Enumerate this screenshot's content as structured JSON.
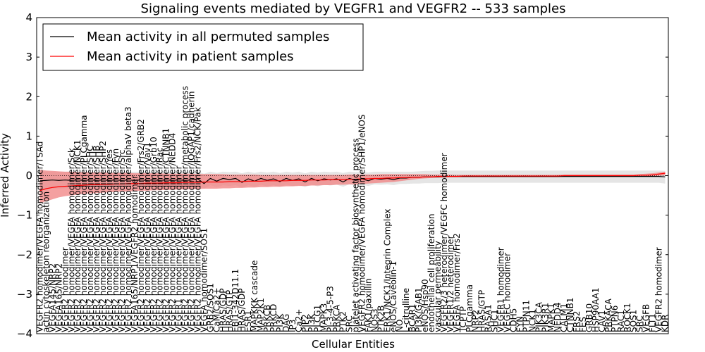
{
  "chart_data": {
    "type": "line",
    "title": "Signaling events mediated by VEGFR1 and VEGFR2 -- 533 samples",
    "xlabel": "Cellular Entities",
    "ylabel": "Inferred Activity",
    "ylim": [
      -4,
      4
    ],
    "yticks": [
      "−4",
      "−3",
      "−2",
      "−1",
      "0",
      "1",
      "2",
      "3",
      "4"
    ],
    "grid": false,
    "legend_position": "top-left",
    "categories": [
      "VEGFR2 homodimer/VEGFA homodimer/TSAd",
      "actin cytoskeleton reorganization",
      "VEGFA145/NRP2",
      "VEGFA165/NRP2",
      "VEGFR2 homodimer",
      "VEGFR2 homodimer/VEGFA homodimer/Sck",
      "VEGFR2 homodimer/VEGFA homodimer/NCK1",
      "VEGFR2 homodimer/VEGFA homodimer/PLCgamma",
      "VEGFR2 homodimer/VEGFA homodimer/SHC",
      "VEGFR2 homodimer/VEGFA homodimer/SHB",
      "VEGFR2 homodimer/VEGFA homodimer/SHP2",
      "VEGFR2 homodimer/VEGFA homodimer/Yes",
      "VEGFR2 homodimer/VEGFA homodimer/Fyn",
      "VEGFR2 homodimer/VEGFA homodimer/Src",
      "VEGFR2 homodimer/VEGFA homodimer/alphaV beta3",
      "VEGFA165/NRP1/VEGFR2 homodimer",
      "VEGFR2 homodimer/VEGFA homodimer/Frs2/GRB2",
      "VEGFR2 homodimer/VEGFA homodimer/Vav1",
      "VEGFR2 homodimer/VEGFA homodimer/Grb10",
      "VEGFR2 homodimer/VEGFA homodimer/Rac",
      "VEGFR2 homodimer/VEGFA homodimer/CTNNB1",
      "VEGFR2 homodimer/VEGFA homodimer/NEDD4",
      "VEGFR1 homodimer/VEGFA homodimer",
      "VEGFR2 homodimer/VEGFA homodimer/metabolic process",
      "VEGFR2 homodimer/VEGFA homodimer/IQGAP1/cadherin",
      "VEGFR2 homodimer/VEGFA homodimer/Frs2/NCK/Pak",
      "VEGFA homodimer/SOS1",
      "GRB2/SOS1",
      "CaM/Ca2+",
      "HRAS/GDP",
      "HRAS/GTP",
      "EBI1-342D11.1",
      "HRAS/GDP",
      "ESR1",
      "MAPKKK cascade",
      "MAP2K1",
      "PRKCB",
      "PRKCD",
      "PI3K",
      "DAG",
      "IP3",
      "Ca2+",
      "PIP2",
      "PI3K",
      "PLCG1",
      "MAPK3",
      "PI-3-4-5-P3",
      "PRKCA",
      "PTK2",
      "SRC",
      "platelet activating factor biosynthetic process",
      "VEGFR2 homodimer/VEGFA homodimer/SHP1/eNOS",
      "FAK1/paxillin",
      "NOS3",
      "PTK2B",
      "ERK1/NCK1/Integrin Complex",
      "eNOS/Caveolin-1",
      "NO",
      "L-citrulline",
      "BCAR1",
      "PI3K/GAB1",
      "eNOS/Hsp90",
      "endothelial cell proliferation",
      "vascular permeability",
      "VEGFR2/3 heterodimer/VEGFC homodimer",
      "VEGFR1/2 heterodimer",
      "VEGFA homodimer/Frs2",
      "TCPTP",
      "PLCgamma",
      "NRP2",
      "HRAS/GTP",
      "RASA1",
      "SHC1",
      "VEGFR1 homodimer",
      "VEGFC homodimer",
      "CDH5",
      "FYN",
      "PTPN11",
      "NCK1",
      "PIK3CA",
      "PIK3R1",
      "MAPK1",
      "NEDD4",
      "CALM1",
      "CTNNB1",
      "FRS2",
      "FES",
      "GRB10",
      "HSP90AA1",
      "CAV1",
      "PRKACA",
      "PTPN6",
      "RAC1",
      "ROCK1",
      "SOS1",
      "SRC",
      "VEGFB",
      "FLT1",
      "VEGFR2 homodimer",
      "KDR"
    ],
    "series": [
      {
        "name": "Mean activity in all permuted samples",
        "color": "#000000",
        "values": [
          -0.13,
          -0.12,
          -0.11,
          -0.12,
          -0.11,
          -0.12,
          -0.11,
          -0.12,
          -0.11,
          -0.12,
          -0.11,
          -0.12,
          -0.11,
          -0.12,
          -0.11,
          -0.12,
          -0.11,
          -0.12,
          -0.11,
          -0.12,
          -0.11,
          -0.12,
          -0.11,
          -0.12,
          -0.11,
          -0.08,
          -0.2,
          -0.07,
          -0.14,
          -0.07,
          -0.1,
          -0.07,
          -0.17,
          -0.08,
          -0.14,
          -0.07,
          -0.12,
          -0.08,
          -0.15,
          -0.07,
          -0.12,
          -0.08,
          -0.16,
          -0.07,
          -0.13,
          -0.08,
          -0.11,
          -0.08,
          -0.16,
          -0.07,
          -0.12,
          -0.08,
          -0.13,
          -0.07,
          -0.09,
          -0.07,
          -0.1,
          -0.06,
          -0.06,
          -0.04,
          -0.04,
          -0.03,
          -0.03,
          -0.03,
          -0.02,
          -0.02,
          -0.02,
          -0.02,
          -0.02,
          -0.02,
          -0.02,
          -0.02,
          -0.02,
          -0.02,
          -0.02,
          -0.02,
          -0.02,
          -0.02,
          -0.02,
          -0.02,
          -0.02,
          -0.02,
          -0.02,
          -0.02,
          -0.02,
          -0.02,
          -0.02,
          -0.02,
          -0.02,
          -0.02,
          -0.02,
          -0.02,
          -0.02,
          -0.02,
          -0.02,
          -0.02,
          -0.02,
          -0.02,
          -0.02,
          -0.03
        ]
      },
      {
        "name": "Mean activity in patient samples",
        "color": "#ff0000",
        "values": [
          -0.38,
          -0.33,
          -0.3,
          -0.28,
          -0.27,
          -0.26,
          -0.25,
          -0.24,
          -0.23,
          -0.23,
          -0.22,
          -0.22,
          -0.21,
          -0.21,
          -0.2,
          -0.2,
          -0.2,
          -0.19,
          -0.19,
          -0.19,
          -0.18,
          -0.18,
          -0.18,
          -0.17,
          -0.17,
          -0.17,
          -0.16,
          -0.16,
          -0.16,
          -0.16,
          -0.15,
          -0.15,
          -0.15,
          -0.14,
          -0.14,
          -0.14,
          -0.13,
          -0.13,
          -0.13,
          -0.13,
          -0.12,
          -0.12,
          -0.12,
          -0.11,
          -0.11,
          -0.11,
          -0.1,
          -0.1,
          -0.1,
          -0.09,
          -0.09,
          -0.08,
          -0.08,
          -0.07,
          -0.07,
          -0.06,
          -0.06,
          -0.05,
          -0.05,
          -0.04,
          -0.04,
          -0.03,
          -0.03,
          -0.02,
          -0.02,
          -0.02,
          -0.02,
          -0.01,
          -0.01,
          -0.01,
          -0.01,
          -0.01,
          -0.01,
          -0.01,
          -0.01,
          -0.01,
          -0.01,
          -0.01,
          -0.01,
          -0.01,
          -0.01,
          -0.01,
          -0.01,
          0,
          0,
          0,
          0,
          0,
          0,
          0,
          0,
          0,
          0,
          0,
          0,
          0.01,
          0.01,
          0.02,
          0.04,
          0.06
        ]
      }
    ],
    "bands": [
      {
        "color": "#cccccc",
        "lower": [
          -0.35,
          -0.34,
          -0.33,
          -0.33,
          -0.32,
          -0.32,
          -0.31,
          -0.31,
          -0.31,
          -0.3,
          -0.3,
          -0.3,
          -0.3,
          -0.29,
          -0.29,
          -0.29,
          -0.29,
          -0.28,
          -0.28,
          -0.28,
          -0.28,
          -0.27,
          -0.27,
          -0.27,
          -0.27,
          -0.25,
          -0.33,
          -0.24,
          -0.29,
          -0.24,
          -0.26,
          -0.24,
          -0.3,
          -0.24,
          -0.28,
          -0.23,
          -0.27,
          -0.24,
          -0.28,
          -0.23,
          -0.26,
          -0.24,
          -0.29,
          -0.23,
          -0.27,
          -0.23,
          -0.25,
          -0.23,
          -0.28,
          -0.22,
          -0.25,
          -0.23,
          -0.26,
          -0.22,
          -0.23,
          -0.22,
          -0.24,
          -0.21,
          -0.21,
          -0.2,
          -0.2,
          -0.19,
          -0.19,
          -0.19,
          -0.18,
          -0.18,
          -0.18,
          -0.18,
          -0.18,
          -0.18,
          -0.18,
          -0.18,
          -0.18,
          -0.18,
          -0.18,
          -0.18,
          -0.18,
          -0.18,
          -0.18,
          -0.18,
          -0.18,
          -0.18,
          -0.18,
          -0.18,
          -0.18,
          -0.18,
          -0.18,
          -0.18,
          -0.18,
          -0.18,
          -0.18,
          -0.18,
          -0.18,
          -0.18,
          -0.18,
          -0.18,
          -0.18,
          -0.18,
          -0.18,
          -0.2
        ],
        "upper": [
          0.1,
          0.1,
          0.1,
          0.1,
          0.1,
          0.1,
          0.1,
          0.1,
          0.1,
          0.1,
          0.1,
          0.1,
          0.1,
          0.1,
          0.1,
          0.1,
          0.1,
          0.1,
          0.1,
          0.1,
          0.1,
          0.1,
          0.1,
          0.1,
          0.1,
          0.1,
          0.05,
          0.1,
          0.07,
          0.1,
          0.09,
          0.1,
          0.06,
          0.1,
          0.07,
          0.1,
          0.08,
          0.1,
          0.07,
          0.1,
          0.08,
          0.1,
          0.06,
          0.1,
          0.08,
          0.1,
          0.09,
          0.1,
          0.07,
          0.1,
          0.09,
          0.1,
          0.08,
          0.1,
          0.1,
          0.1,
          0.1,
          0.1,
          0.1,
          0.1,
          0.11,
          0.12,
          0.12,
          0.13,
          0.13,
          0.13,
          0.13,
          0.13,
          0.13,
          0.13,
          0.13,
          0.13,
          0.13,
          0.13,
          0.13,
          0.13,
          0.13,
          0.13,
          0.13,
          0.13,
          0.13,
          0.13,
          0.13,
          0.13,
          0.13,
          0.13,
          0.13,
          0.13,
          0.13,
          0.13,
          0.13,
          0.13,
          0.13,
          0.13,
          0.13,
          0.13,
          0.13,
          0.13,
          0.13,
          0.12
        ]
      },
      {
        "color": "#f08080",
        "lower": [
          -0.7,
          -0.65,
          -0.6,
          -0.55,
          -0.52,
          -0.5,
          -0.48,
          -0.46,
          -0.45,
          -0.44,
          -0.43,
          -0.42,
          -0.41,
          -0.4,
          -0.4,
          -0.39,
          -0.38,
          -0.38,
          -0.37,
          -0.37,
          -0.36,
          -0.36,
          -0.35,
          -0.35,
          -0.34,
          -0.34,
          -0.33,
          -0.33,
          -0.33,
          -0.32,
          -0.32,
          -0.31,
          -0.31,
          -0.3,
          -0.3,
          -0.29,
          -0.29,
          -0.28,
          -0.28,
          -0.27,
          -0.27,
          -0.26,
          -0.26,
          -0.25,
          -0.25,
          -0.24,
          -0.24,
          -0.23,
          -0.23,
          -0.22,
          -0.22,
          -0.21,
          -0.2,
          -0.19,
          -0.18,
          -0.17,
          -0.16,
          -0.14,
          -0.12,
          -0.1,
          -0.08,
          -0.07,
          -0.06,
          -0.05,
          -0.05,
          -0.04,
          -0.04,
          -0.04,
          -0.04,
          -0.04,
          -0.04,
          -0.04,
          -0.04,
          -0.04,
          -0.04,
          -0.04,
          -0.04,
          -0.04,
          -0.04,
          -0.04,
          -0.04,
          -0.04,
          -0.04,
          -0.03,
          -0.03,
          -0.03,
          -0.03,
          -0.03,
          -0.03,
          -0.03,
          -0.03,
          -0.03,
          -0.03,
          -0.03,
          -0.03,
          -0.02,
          -0.02,
          -0.01,
          0.0,
          0.01
        ],
        "upper": [
          0.15,
          0.13,
          0.12,
          0.11,
          0.1,
          0.1,
          0.09,
          0.09,
          0.08,
          0.08,
          0.08,
          0.07,
          0.07,
          0.07,
          0.07,
          0.06,
          0.06,
          0.06,
          0.06,
          0.06,
          0.05,
          0.05,
          0.05,
          0.05,
          0.05,
          0.04,
          0.04,
          0.04,
          0.04,
          0.04,
          0.03,
          0.03,
          0.03,
          0.03,
          0.03,
          0.02,
          0.02,
          0.02,
          0.02,
          0.02,
          0.02,
          0.02,
          0.02,
          0.02,
          0.02,
          0.02,
          0.02,
          0.02,
          0.02,
          0.03,
          0.03,
          0.03,
          0.03,
          0.03,
          0.04,
          0.04,
          0.04,
          0.04,
          0.04,
          0.04,
          0.04,
          0.04,
          0.03,
          0.03,
          0.03,
          0.03,
          0.02,
          0.02,
          0.02,
          0.02,
          0.02,
          0.02,
          0.02,
          0.02,
          0.02,
          0.02,
          0.02,
          0.02,
          0.02,
          0.02,
          0.02,
          0.02,
          0.02,
          0.03,
          0.03,
          0.03,
          0.03,
          0.03,
          0.03,
          0.03,
          0.03,
          0.03,
          0.03,
          0.03,
          0.03,
          0.04,
          0.05,
          0.06,
          0.08,
          0.1
        ]
      }
    ]
  }
}
